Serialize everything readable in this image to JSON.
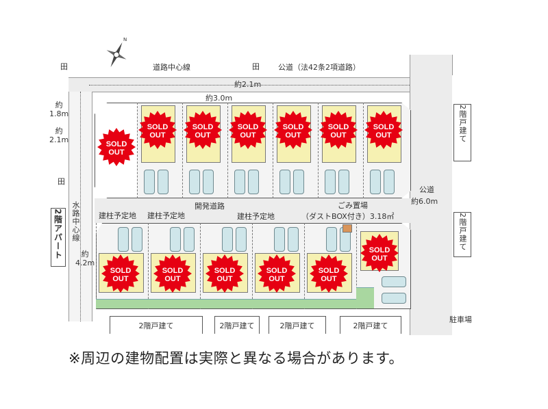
{
  "compass": {
    "north": "N"
  },
  "labels": {
    "field1": "田",
    "field2": "田",
    "field3": "田",
    "road_center": "道路中心線",
    "public_road": "公道（法42条2項道路）",
    "w21": "約2.1m",
    "w30": "約3.0m",
    "left18": "約\n1.8m",
    "left21": "約\n2.1m",
    "water_center": "水路中心線",
    "apartment": "2階アパート",
    "left42": "約\n4.2m",
    "dev_road": "開発道路",
    "pole1": "建柱予定地",
    "pole2": "建柱予定地",
    "pole3": "建柱予定地",
    "garbage1": "ごみ置場",
    "garbage2": "（ダストBOX付き）3.18㎡",
    "public_road_right": "公道",
    "w60": "約6.0m",
    "house_right1": "2階戸建て",
    "house_right2": "2階戸建て",
    "parking": "駐車場",
    "bottom_houses": [
      "2階戸建て",
      "2階戸建て",
      "2階戸建て",
      "2階戸建て"
    ]
  },
  "sold_badge": {
    "line1": "SOLD",
    "line2": "OUT",
    "color": "#e60012"
  },
  "top_lots": [
    {
      "status": "SOLD OUT"
    },
    {
      "status": "SOLD OUT"
    },
    {
      "status": "SOLD OUT"
    },
    {
      "status": "SOLD OUT"
    },
    {
      "status": "SOLD OUT"
    },
    {
      "status": "SOLD OUT"
    },
    {
      "status": "SOLD OUT"
    }
  ],
  "bottom_lots": [
    {
      "status": "SOLD OUT"
    },
    {
      "status": "SOLD OUT"
    },
    {
      "status": "SOLD OUT"
    },
    {
      "status": "SOLD OUT"
    },
    {
      "status": "SOLD OUT"
    },
    {
      "status": "SOLD OUT"
    }
  ],
  "caption": "※周辺の建物配置は実際と異なる場合があります。"
}
